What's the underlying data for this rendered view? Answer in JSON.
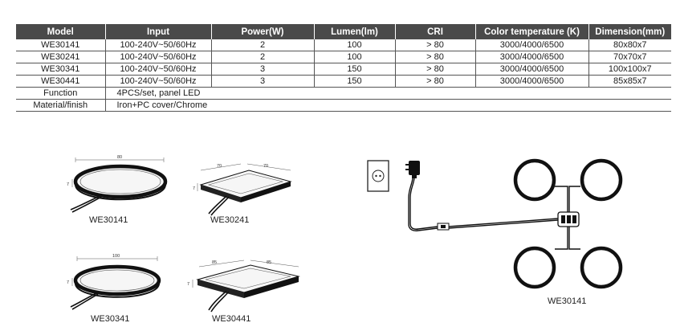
{
  "table": {
    "headers": [
      "Model",
      "Input",
      "Power(W)",
      "Lumen(lm)",
      "CRI",
      "Color temperature (K)",
      "Dimension(mm)"
    ],
    "rows": [
      [
        "WE30141",
        "100-240V~50/60Hz",
        "2",
        "100",
        "> 80",
        "3000/4000/6500",
        "80x80x7"
      ],
      [
        "WE30241",
        "100-240V~50/60Hz",
        "2",
        "100",
        "> 80",
        "3000/4000/6500",
        "70x70x7"
      ],
      [
        "WE30341",
        "100-240V~50/60Hz",
        "3",
        "150",
        "> 80",
        "3000/4000/6500",
        "100x100x7"
      ],
      [
        "WE30441",
        "100-240V~50/60Hz",
        "3",
        "150",
        "> 80",
        "3000/4000/6500",
        "85x85x7"
      ]
    ],
    "function_label": "Function",
    "function_value": "4PCS/set, panel LED",
    "material_label": "Material/finish",
    "material_value": "Iron+PC cover/Chrome"
  },
  "products": [
    {
      "caption": "WE30141",
      "width_label": "80",
      "height_label": "7"
    },
    {
      "caption": "WE30241",
      "width_label": "70",
      "depth_label": "70",
      "height_label": "7"
    },
    {
      "caption": "WE30341",
      "width_label": "100",
      "height_label": "7"
    },
    {
      "caption": "WE30441",
      "width_label": "85",
      "depth_label": "85",
      "height_label": "7"
    }
  ],
  "wiring": {
    "caption": "WE30141"
  }
}
